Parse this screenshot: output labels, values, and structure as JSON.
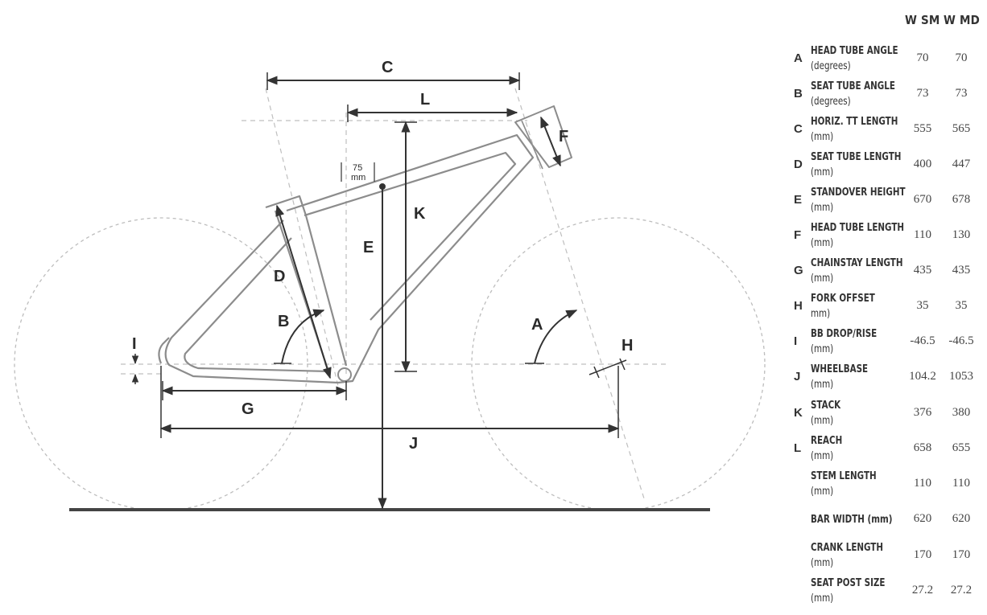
{
  "diagram": {
    "labels": {
      "A": "A",
      "B": "B",
      "C": "C",
      "D": "D",
      "E": "E",
      "F": "F",
      "G": "G",
      "H": "H",
      "I": "I",
      "J": "J",
      "K": "K",
      "L": "L"
    },
    "offset_label_value": "75",
    "offset_label_unit": "mm"
  },
  "specs": {
    "columns": [
      "W SM",
      "W MD"
    ],
    "rows": [
      {
        "letter": "A",
        "label": "HEAD TUBE ANGLE",
        "unit": "(degrees)",
        "values": [
          "70",
          "70"
        ]
      },
      {
        "letter": "B",
        "label": "SEAT TUBE ANGLE",
        "unit": "(degrees)",
        "values": [
          "73",
          "73"
        ]
      },
      {
        "letter": "C",
        "label": "HORIZ. TT LENGTH",
        "unit": "(mm)",
        "values": [
          "555",
          "565"
        ]
      },
      {
        "letter": "D",
        "label": "SEAT TUBE LENGTH",
        "unit": "(mm)",
        "values": [
          "400",
          "447"
        ]
      },
      {
        "letter": "E",
        "label": "STANDOVER HEIGHT",
        "unit": "(mm)",
        "values": [
          "670",
          "678"
        ]
      },
      {
        "letter": "F",
        "label": "HEAD TUBE LENGTH",
        "unit": "(mm)",
        "values": [
          "110",
          "130"
        ]
      },
      {
        "letter": "G",
        "label": "CHAINSTAY LENGTH",
        "unit": "(mm)",
        "values": [
          "435",
          "435"
        ]
      },
      {
        "letter": "H",
        "label": "FORK OFFSET",
        "unit": "mm)",
        "values": [
          "35",
          "35"
        ]
      },
      {
        "letter": "I",
        "label": "BB DROP/RISE",
        "unit": "(mm)",
        "values": [
          "-46.5",
          "-46.5"
        ]
      },
      {
        "letter": "J",
        "label": "WHEELBASE",
        "unit": "(mm)",
        "values": [
          "104.2",
          "1053"
        ]
      },
      {
        "letter": "K",
        "label": "STACK",
        "unit": "(mm)",
        "values": [
          "376",
          "380"
        ]
      },
      {
        "letter": "L",
        "label": "REACH",
        "unit": "(mm)",
        "values": [
          "658",
          "655"
        ]
      },
      {
        "letter": "",
        "label": "STEM LENGTH",
        "unit": "(mm)",
        "values": [
          "110",
          "110"
        ]
      },
      {
        "letter": "",
        "label": "BAR WIDTH (mm)",
        "unit": "",
        "values": [
          "620",
          "620"
        ]
      },
      {
        "letter": "",
        "label": "CRANK LENGTH",
        "unit": "(mm)",
        "values": [
          "170",
          "170"
        ]
      },
      {
        "letter": "",
        "label": "SEAT POST SIZE",
        "unit": "(mm)",
        "values": [
          "27.2",
          "27.2"
        ]
      }
    ]
  }
}
